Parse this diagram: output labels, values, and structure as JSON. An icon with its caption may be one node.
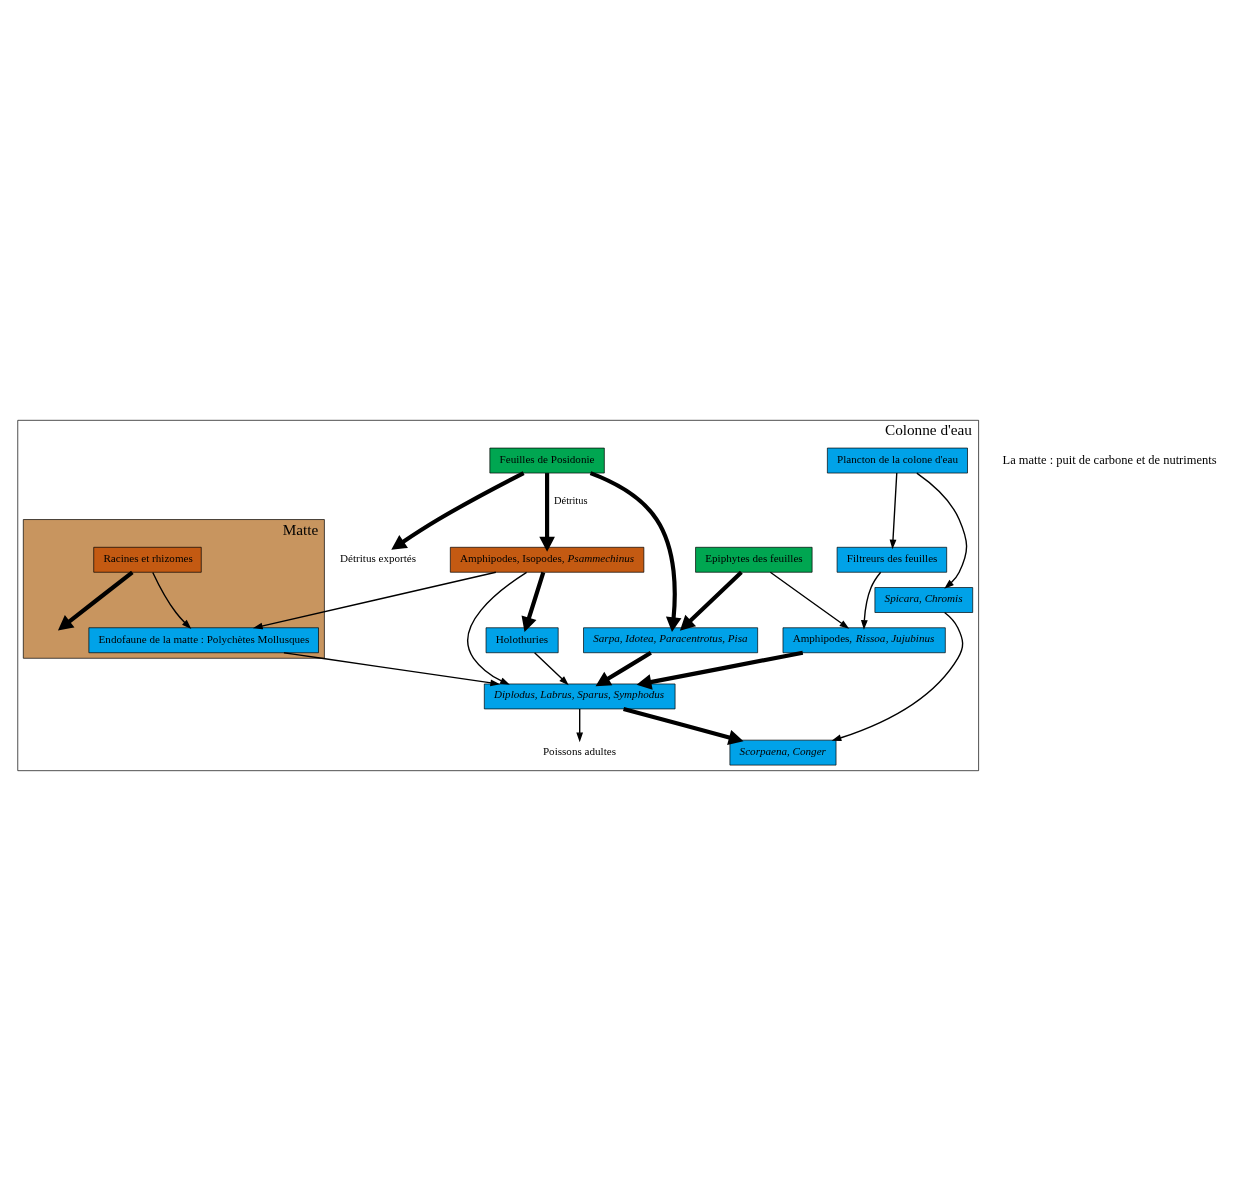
{
  "diagram": {
    "nodes": [
      {
        "text": [
          "Colonne d'eau"
        ]
      },
      {
        "text": [
          "Plancton de la colone d'eau"
        ],
        "in": 0
      },
      {
        "text": [
          "Spicara, Chromis"
        ],
        "in": 0
      },
      {
        "text": [
          "Filtreurs des feuilles"
        ],
        "in": 0
      },
      {
        "text": [
          "Epiphytes des feuilles"
        ],
        "in": 0
      },
      {
        "text": [
          "Feuilles de Posidonie"
        ],
        "in": 0
      },
      {
        "text": [
          "Racines et rhizomes"
        ],
        "in": 15
      },
      {
        "text": [
          "Amphipodes, *Rissoa*, *Jujubinus*"
        ],
        "in": 0
      },
      {
        "text": [
          "Scorpaena, Conger"
        ],
        "in": 0
      },
      {
        "text": [
          "Sarpa, Idotea, Paracentrotus, Pisa"
        ],
        "in": 0
      },
      {
        "text": [
          "Diplodus, Labrus, Sparus, Symphodus"
        ],
        "in": 0
      },
      {
        "text": [
          "Poissons adultes"
        ],
        "in": 0
      },
      {
        "text": [
          "Amphipodes, Isopodes, *Psammechinus*"
        ],
        "in": 0
      },
      {
        "text": [
          "Holothuries"
        ],
        "in": 0
      },
      {
        "text": [
          "Détritus exportés"
        ],
        "in": 0
      },
      {
        "text": [
          "Matte"
        ],
        "in": 0
      },
      {
        "text": [
          "Endofaune de la matte : Polychètes Mollusques"
        ],
        "in": 15
      }
    ],
    "edges": [
      {
        "from": 1,
        "to": 2,
        "arrow": "to"
      },
      {
        "from": 1,
        "to": 3,
        "arrow": "to"
      },
      {
        "from": 2,
        "to": 8,
        "arrow": "to"
      },
      {
        "from": 3,
        "to": 7,
        "arrow": "to"
      },
      {
        "from": 4,
        "to": 7,
        "arrow": "to"
      },
      {
        "from": 4,
        "to": 9,
        "arrow": "to",
        "style": "thick"
      },
      {
        "from": 5,
        "to": 9,
        "arrow": "to",
        "style": "thick"
      },
      {
        "from": 7,
        "to": 10,
        "arrow": "to",
        "style": "thick"
      },
      {
        "from": 9,
        "to": 10,
        "arrow": "to",
        "style": "thick"
      },
      {
        "from": 10,
        "to": 8,
        "arrow": "to",
        "style": "thick"
      },
      {
        "from": 10,
        "to": 11,
        "arrow": "to"
      },
      {
        "from": 5,
        "to": 14,
        "arrow": "to",
        "style": "thick"
      },
      {
        "from": 5,
        "to": 12,
        "arrow": "to",
        "style": "thick",
        "label": "Détritus"
      },
      {
        "from": 12,
        "to": 10,
        "arrow": "to"
      },
      {
        "from": 12,
        "to": 13,
        "arrow": "to",
        "style": "thick"
      },
      {
        "from": 13,
        "to": 10,
        "arrow": "to"
      },
      {
        "from": 12,
        "to": 16,
        "arrow": "to"
      },
      {
        "from": 6,
        "to": 16,
        "arrow": "to"
      },
      {
        "from": 16,
        "to": 10,
        "arrow": "to"
      },
      {
        "from": 6,
        "to": null,
        "arrow": "to",
        "style": "thick"
      }
    ],
    "labels": [
      "La matte : puit de carbone et de nutriments"
    ]
  }
}
